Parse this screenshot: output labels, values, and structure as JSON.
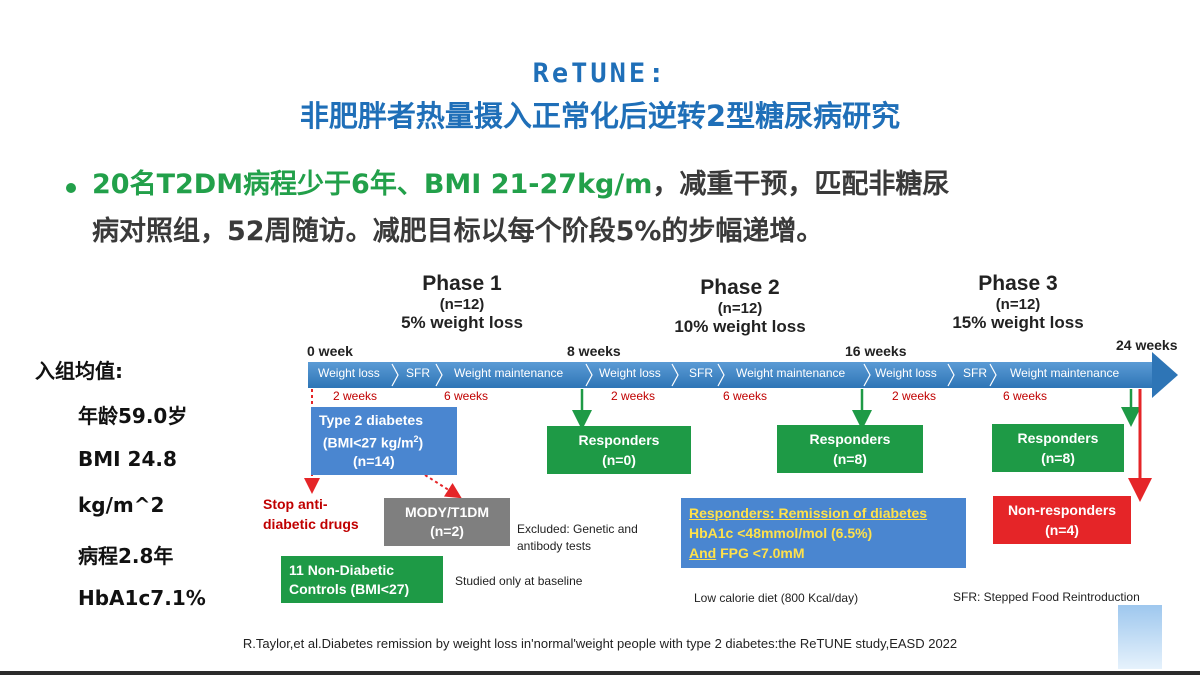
{
  "title": {
    "line1": "ReTUNE:",
    "line2": "非肥胖者热量摄入正常化后逆转2型糖尿病研究"
  },
  "bullet": {
    "line1_highlight": "20名T2DM病程少于6年、BMI 21-27kg/m",
    "line1_rest": "，减重干预，匹配非糖尿",
    "line2": "病对照组，52周随访。减肥目标以每个阶段5%的步幅递增。"
  },
  "baseline": {
    "title": "入组均值:",
    "items": [
      "年龄59.0岁",
      "BMI 24.8",
      "kg/m^2",
      "病程2.8年",
      "HbA1c7.1%"
    ]
  },
  "phases": [
    {
      "name": "Phase 1",
      "n": "(n=12)",
      "target": "5% weight loss"
    },
    {
      "name": "Phase 2",
      "n": "(n=12)",
      "target": "10% weight loss"
    },
    {
      "name": "Phase 3",
      "n": "(n=12)",
      "target": "15% weight loss"
    }
  ],
  "weeks": [
    "0 week",
    "8 weeks",
    "16 weeks",
    "24 weeks"
  ],
  "segments": [
    "Weight loss",
    "SFR",
    "Weight maintenance"
  ],
  "durations": [
    "2 weeks",
    "6 weeks"
  ],
  "boxes": {
    "t2d": {
      "l1": "Type 2 diabetes",
      "l2": "(BMI<27 kg/m",
      "sup": "2",
      "l2b": ")",
      "l3": "(n=14)"
    },
    "mody": {
      "l1": "MODY/T1DM",
      "l2": "(n=2)"
    },
    "controls": {
      "l1": "11 Non-Diabetic",
      "l2": "Controls (BMI<27)"
    },
    "resp1": {
      "l1": "Responders",
      "l2": "(n=0)"
    },
    "resp2": {
      "l1": "Responders",
      "l2": "(n=8)"
    },
    "resp3": {
      "l1": "Responders",
      "l2": "(n=8)"
    },
    "nonresp": {
      "l1": "Non-responders",
      "l2": "(n=4)"
    },
    "remission": {
      "l1": "Responders: Remission of diabetes",
      "l2": "HbA1c <48mmol/mol (6.5%)",
      "l3a": "And",
      "l3b": " FPG <7.0mM"
    }
  },
  "labels": {
    "stop": "Stop anti-",
    "stop2": "diabetic drugs",
    "excluded1": "Excluded: Genetic and",
    "excluded2": "antibody tests",
    "baseline_only": "Studied only at baseline",
    "diet": "Low calorie diet (800 Kcal/day)",
    "sfr": "SFR: Stepped Food Reintroduction"
  },
  "reference": "R.Taylor,et al.Diabetes remission by weight loss in'normal'weight people with type 2 diabetes:the ReTUNE study,EASD 2022"
}
